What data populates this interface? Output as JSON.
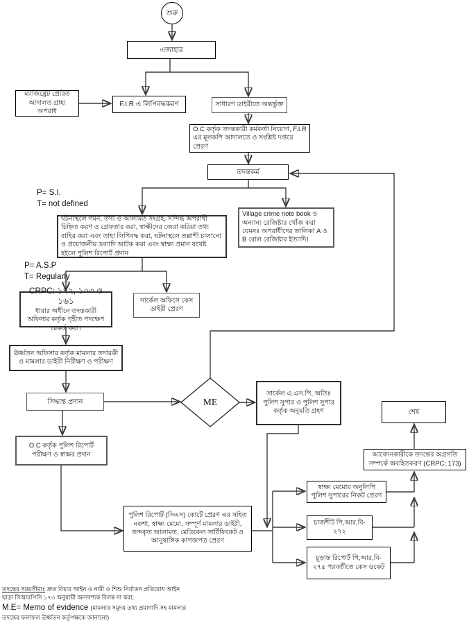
{
  "nodes": {
    "start": {
      "label": "শুরু"
    },
    "ejahar": {
      "label": "এজাহার"
    },
    "magistrate": {
      "label": "ম্যাজিষ্ট্রেট প্রেরিত আদালত গ্রাহ্য অপরাধ"
    },
    "fir": {
      "label": "F.I.R এ লিপিবদ্ধকরণ"
    },
    "gd": {
      "label": "সাধারণ ডাইরীতে অন্তর্ভুক্ত"
    },
    "oc_assign": {
      "label": "O.C কর্তৃক তদন্তকারী কর্মকর্তা নিয়োগ, F.I.R এর মূলকপি আদালতে ও সংশ্লিষ্ট দপ্তরে প্রেরণ"
    },
    "investigation": {
      "label": "তদন্তকর্ম"
    },
    "actions": {
      "label": "ঘটনাস্থলে গমন, তথ্য ও আলামত সংগ্রহ, সন্দিগ্ধ অপরাধী চিহ্নিত করণ ও গ্রেফতার করা, স্বাক্ষীদের জেরা করিয়া তথ্য বাহির করা এবং তাহা লিপিবদ্ধ করা, ঘটনাস্থলে তল্লাশী চালানো ও প্রয়োজনীয় দ্রব্যাদি আটক করা এবং স্বাক্ষ্য প্রমান যথেষ্ট হইলে পুলিশ রিপোর্ট প্রদান"
    },
    "village": {
      "label": "Village crime note book ও অন্যান্য রেজিষ্টার খোঁজ করা যেমনঃ অপরাধীদের তালিকা A ও B রোল রেজিষ্টার ইত্যাদি।"
    },
    "crpc": {
      "line1": "CRPC: ১৭২, ১০৩ ও ১৬১",
      "line2": "ধারার অধীনে তদন্তকারী অফিসার কর্তৃক গৃহীত পদক্ষেপ রেকর্ড করা।"
    },
    "circle_office": {
      "label": "সার্কেল অফিসে কেস ডাইরী প্রেরণ"
    },
    "supervision": {
      "label": "ঊর্ধ্বতন অফিসার কর্তৃক মামলার তদারকী ও মামলার ডাইরী নিরীক্ষণ ও পরীক্ষণ"
    },
    "decision": {
      "label": "সিদ্ধান্ত প্রদান"
    },
    "me": {
      "label": "ME"
    },
    "approval": {
      "label": "সার্কেল এ.এস.পি, অতিঃ পুলিশ সুপার ও পুলিশ সুপার কর্তৃক অনুমতি গ্রহণ"
    },
    "oc_review": {
      "label": "O.C কর্তৃক পুলিশ রিপোর্ট পরীক্ষণ ও স্বাক্ষর প্রদান"
    },
    "end": {
      "label": "শেষ"
    },
    "cs_report": {
      "label": "পুলিশ রিপোর্ট (সিএস) কোর্টে প্রেরণ এর সহিত নকশা, স্বাক্ষ্য মেমো, সম্পূর্ণ মামলার ডাইরী, জব্দকৃত আলামত, মেডিকেল সার্টিফিকেট ও আনুষাঙ্গিক কাগজপত্র প্রেরণ"
    },
    "notify": {
      "label": "আবেদনকারীকে তদন্তের অগ্রগতি সম্পর্কে অবহিতকরণ (CRPC: 173)"
    },
    "memo_copy": {
      "label": "স্বাক্ষ্য মেমোর অনুলিপি পুলিশ সুপারের নিকট প্রেরণ"
    },
    "chargesheet": {
      "label": "চার্জশীট পি,আর,বি- ২৭২"
    },
    "final_report": {
      "label": "চূড়ান্ত রিপোর্ট পি,আর,বি- ২৭৫ পরবর্তীতে কেস ডকেট"
    }
  },
  "annotations": {
    "p_si": {
      "line1": "P= S.I.",
      "line2": "T= not defined"
    },
    "p_asp": {
      "line1": "P= A.S.P",
      "line2": "T= Regularly"
    }
  },
  "footnote": {
    "line1_underlined": "তদন্তের সময়সীমাঃ",
    "line1_rest": " দ্রুত বিচার আইন ও নারী ও শিশু নির্যাতন প্রতিরোধ আইন",
    "line2": "ছাড়া সিআরপিসি ১৭৩ অনুযায়ী অনাবশ্যক বিলম্ব না করা,",
    "line3_latin": "M.E= Memo of evidence ",
    "line3_rest": "(মামলার সমুদয় তথ্য প্রমাণাদি সহ মামলার",
    "line4": "তদন্তের ফলাফল ঊর্ধ্বতন কর্তৃপক্ষকে জানানো)"
  },
  "colors": {
    "line": "#3c3c3c",
    "border": "#000000",
    "background": "#ffffff",
    "text": "#1a1a1a"
  }
}
